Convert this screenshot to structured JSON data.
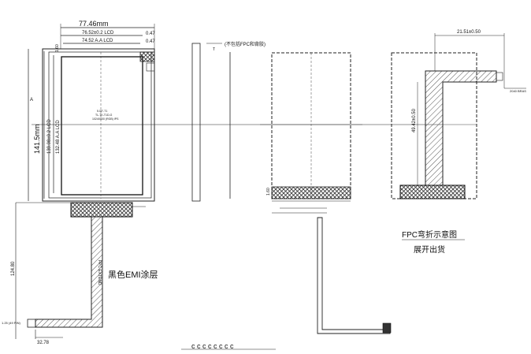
{
  "diagram": {
    "front_view": {
      "width_outline": "77.46mm",
      "width_lcd": "76.52±0.2  LCD",
      "width_aa": "74.52  A.A  LCD",
      "right_offset_a": "0.47",
      "right_offset_b": "0.47",
      "height_outline": "141.5mm",
      "height_lcd": "139.08±0.2  LCD",
      "height_aa": "132.48  A.A  LCD",
      "top_offset": "1.60",
      "center_label_1": "5.00\"-T1",
      "center_label_2": "TL-TK-T1D-G",
      "center_label_3": "1024X600 (RGB) IPS",
      "fpc_length": "124.80",
      "fpc_width": "32.78",
      "fpc_tail_label": "1.25 (49 PIN)",
      "fpc_vertical_label": "FPC EXTEND",
      "emi_coating_note": "黑色EMI涂层"
    },
    "side_view": {
      "note": "(不包括FPC和背胶)"
    },
    "back_view": {
      "bottom_offset": "1.60"
    },
    "fold_view": {
      "width_dim": "21.51±0.50",
      "height_dim": "49.42±0.50",
      "side_mark": "2040 BRAS",
      "caption_1": "FPC弯折示意图",
      "caption_2": "展开出货"
    },
    "footer_code": "c c c c c c c c"
  },
  "colors": {
    "line": "#222222",
    "hatch": "#555555",
    "highlight_block": "#333333"
  }
}
